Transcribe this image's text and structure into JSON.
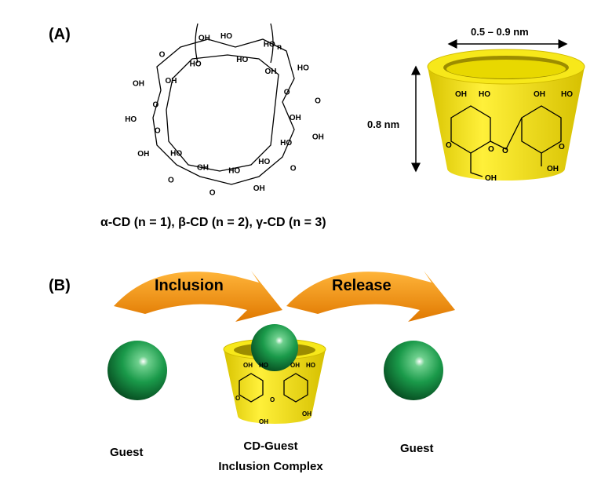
{
  "panel_a": {
    "label": "(A)",
    "structure_caption": "α-CD (n = 1), β-CD (n = 2), γ-CD (n = 3)",
    "repeat_subscript": "n",
    "structure_atoms": [
      "HO",
      "HO",
      "HO",
      "OH",
      "HO",
      "O",
      "O",
      "OH",
      "OH",
      "HO",
      "O",
      "HO",
      "OH",
      "HO",
      "O",
      "OH",
      "O",
      "HO",
      "OH",
      "O",
      "HO",
      "O",
      "OH",
      "OH",
      "O",
      "HO",
      "OH"
    ],
    "width_label": "0.5 – 0.9 nm",
    "height_label": "0.8 nm",
    "cone_atoms": {
      "oh1": "OH",
      "ho1": "HO",
      "oh2": "OH",
      "ho2": "HO",
      "o1": "O",
      "o2": "O",
      "o3": "O",
      "o4": "O",
      "oh3": "OH",
      "oh4": "OH"
    }
  },
  "panel_b": {
    "label": "(B)",
    "arrow1_label": "Inclusion",
    "arrow2_label": "Release",
    "guest_left": "Guest",
    "complex_line1": "CD-Guest",
    "complex_line2": "Inclusion Complex",
    "guest_right": "Guest"
  },
  "colors": {
    "cone": "#f2e000",
    "cone_dark": "#c9b400",
    "arrow": "#f39c12",
    "sphere": "#1a9a4a"
  }
}
